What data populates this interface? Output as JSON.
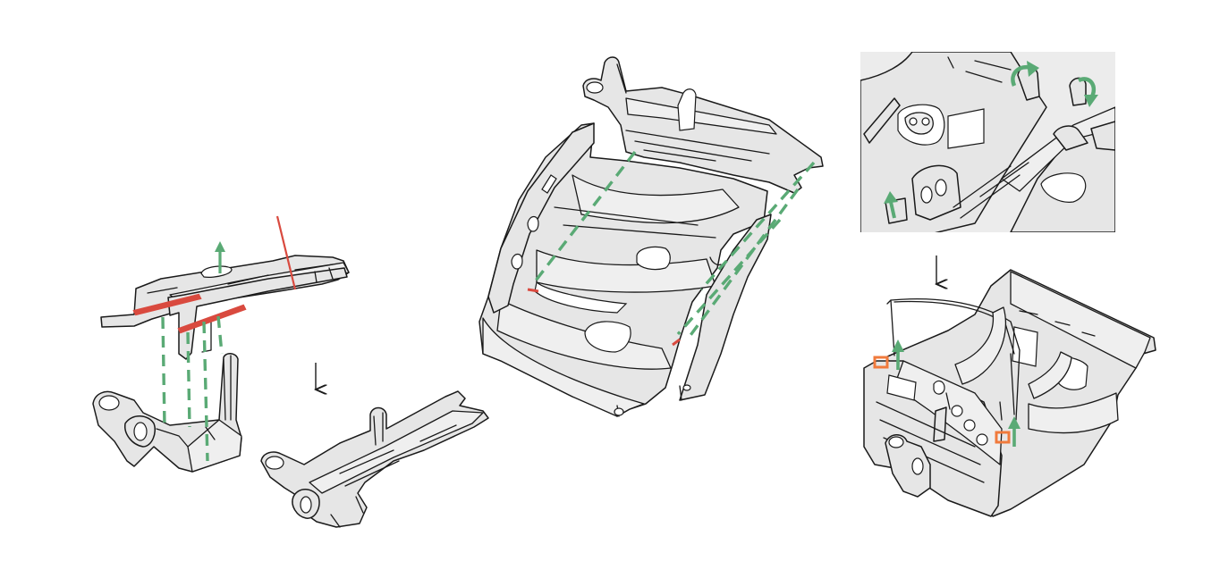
{
  "colors": {
    "guide": "#5aaa75",
    "highlight": "#d94a3f",
    "tab": "#f07a3c",
    "part_fill": "#e6e6e6",
    "outline": "#1a1a1a"
  },
  "panels": [
    {
      "name": "panel-left",
      "contents": [
        "bracket-assembly-exploded",
        "bracket-assembly-result"
      ]
    },
    {
      "name": "panel-middle",
      "contents": [
        "tray-frame-exploded"
      ]
    },
    {
      "name": "panel-right",
      "contents": [
        "closeup-twist-tabs",
        "full-assembly-result"
      ]
    }
  ],
  "icons": [
    "green-up-arrow-icon",
    "green-rotate-arrow-icon",
    "down-step-arrow-icon",
    "red-cut-line-icon"
  ]
}
